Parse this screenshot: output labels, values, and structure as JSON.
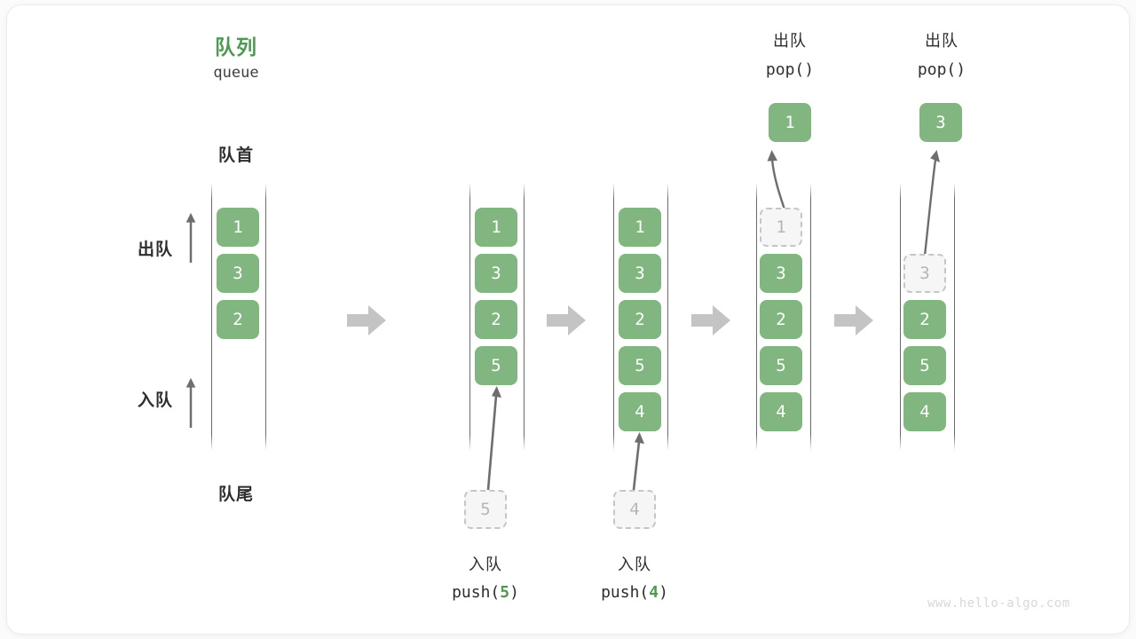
{
  "card": {
    "title_cn": "队列",
    "title_en": "queue",
    "head_label": "队首",
    "tail_label": "队尾",
    "dequeue_label": "出队",
    "enqueue_label": "入队",
    "watermark": "www.hello-algo.com"
  },
  "colors": {
    "accent_green": "#4e9a51",
    "cell_green": "#81b680",
    "ghost_fill": "#f6f6f6",
    "ghost_border": "#c6c6c6",
    "arrow_gray": "#c4c4c4",
    "thin_arrow": "#6e6e6e",
    "text_dark": "#2e2e2e",
    "watermark": "#d8d8d8"
  },
  "stages": [
    {
      "id": "initial",
      "cells": [
        {
          "value": "1",
          "state": "filled"
        },
        {
          "value": "3",
          "state": "filled"
        },
        {
          "value": "2",
          "state": "filled"
        }
      ]
    },
    {
      "id": "after-push-5",
      "cells": [
        {
          "value": "1",
          "state": "filled"
        },
        {
          "value": "3",
          "state": "filled"
        },
        {
          "value": "2",
          "state": "filled"
        },
        {
          "value": "5",
          "state": "filled"
        }
      ],
      "incoming": {
        "value": "5",
        "op_cn": "入队",
        "op_code_pre": "push(",
        "op_code_arg": "5",
        "op_code_post": ")"
      }
    },
    {
      "id": "after-push-4",
      "cells": [
        {
          "value": "1",
          "state": "filled"
        },
        {
          "value": "3",
          "state": "filled"
        },
        {
          "value": "2",
          "state": "filled"
        },
        {
          "value": "5",
          "state": "filled"
        },
        {
          "value": "4",
          "state": "filled"
        }
      ],
      "incoming": {
        "value": "4",
        "op_cn": "入队",
        "op_code_pre": "push(",
        "op_code_arg": "4",
        "op_code_post": ")"
      }
    },
    {
      "id": "after-pop-1",
      "cells": [
        {
          "value": "1",
          "state": "ghost"
        },
        {
          "value": "3",
          "state": "filled"
        },
        {
          "value": "2",
          "state": "filled"
        },
        {
          "value": "5",
          "state": "filled"
        },
        {
          "value": "4",
          "state": "filled"
        }
      ],
      "outgoing": {
        "value": "1",
        "op_cn": "出队",
        "op_code": "pop()"
      }
    },
    {
      "id": "after-pop-3",
      "cells": [
        {
          "value": "",
          "state": "empty"
        },
        {
          "value": "3",
          "state": "ghost"
        },
        {
          "value": "2",
          "state": "filled"
        },
        {
          "value": "5",
          "state": "filled"
        },
        {
          "value": "4",
          "state": "filled"
        }
      ],
      "outgoing": {
        "value": "3",
        "op_cn": "出队",
        "op_code": "pop()"
      }
    }
  ]
}
